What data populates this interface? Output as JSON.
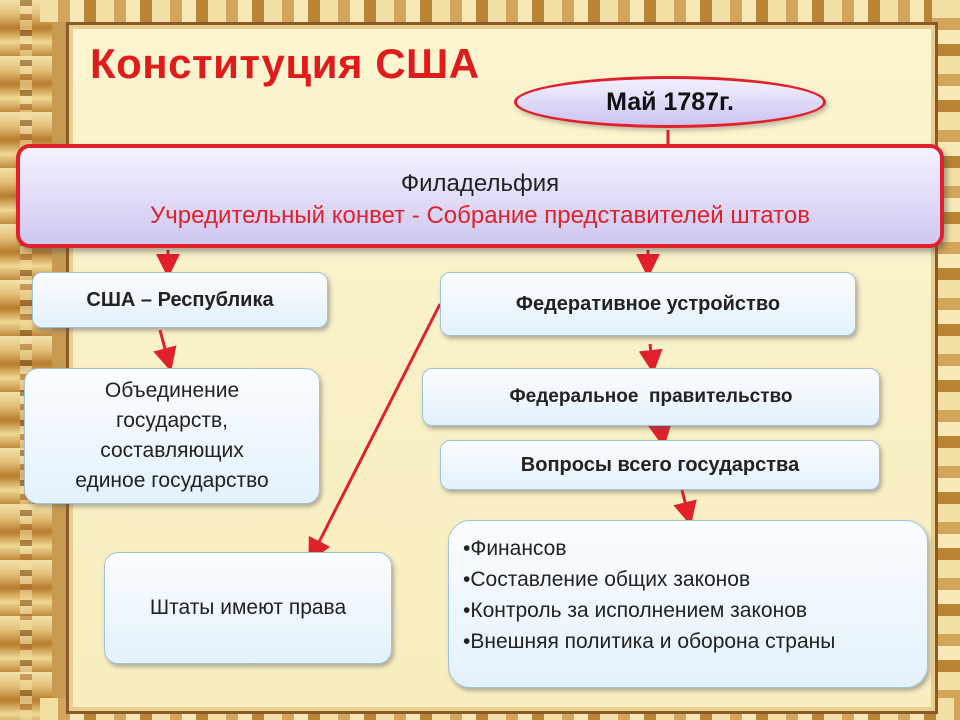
{
  "title": "Конституция США",
  "date": "Май 1787г.",
  "main": {
    "line1": "Филадельфия",
    "line2": "Учредительный конвет - Собрание представителей штатов"
  },
  "left": {
    "republic": "США – Республика",
    "union_lines": [
      "Объединение",
      "государств,",
      "составляющих",
      "единое государство"
    ],
    "states": "Штаты имеют права"
  },
  "right": {
    "federal_structure": "Федеративное устройство",
    "federal_government": "Федеральное  правительство",
    "questions": "Вопросы всего государства",
    "items": [
      "Финансов",
      "Составление общих законов",
      "Контроль за исполнением законов",
      "Внешняя политика и оборона страны"
    ]
  },
  "colors": {
    "accent": "#e0202a",
    "panel": "#fbf4cf",
    "box_top": "#fbfdff",
    "box_bottom": "#e3f1fb"
  }
}
